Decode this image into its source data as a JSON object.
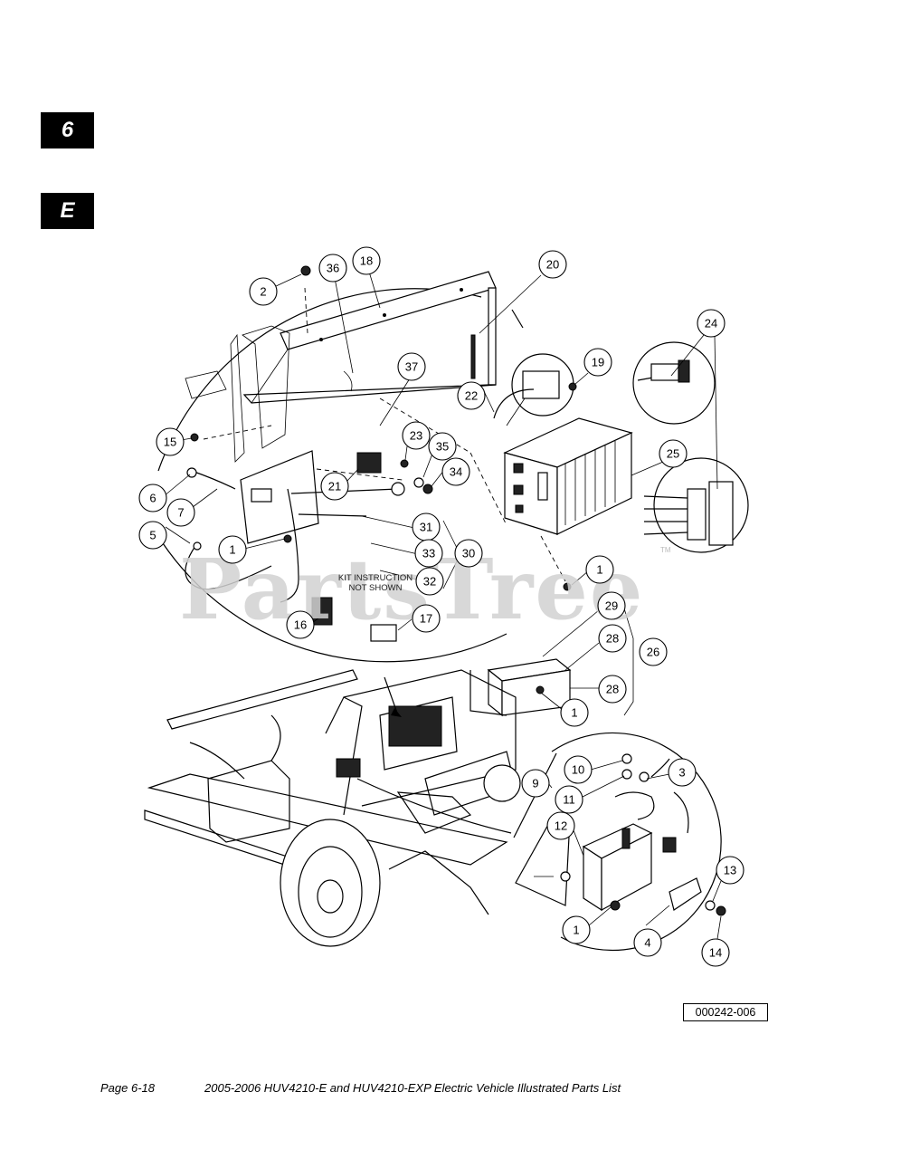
{
  "section_tabs": {
    "chapter": "6",
    "section": "E"
  },
  "watermark": "PartsTree",
  "watermark_tm": "TM",
  "note": {
    "line1": "KIT INSTRUCTION",
    "line2": "NOT SHOWN"
  },
  "reference_number": "000242-006",
  "footer": {
    "page": "Page 6-18",
    "title": "2005-2006 HUV4210-E and HUV4210-EXP Electric Vehicle Illustrated Parts List"
  },
  "callouts": {
    "c2": "2",
    "c36": "36",
    "c18": "18",
    "c20": "20",
    "c24": "24",
    "c37": "37",
    "c19": "19",
    "c15": "15",
    "c22": "22",
    "c23": "23",
    "c35": "35",
    "c25": "25",
    "c21": "21",
    "c34": "34",
    "c6": "6",
    "c7": "7",
    "c5": "5",
    "c31": "31",
    "c1a": "1",
    "c33": "33",
    "c30": "30",
    "c1b": "1",
    "c32": "32",
    "c29": "29",
    "c16": "16",
    "c17": "17",
    "c28a": "28",
    "c26": "26",
    "c28b": "28",
    "c1c": "1",
    "c10": "10",
    "c3": "3",
    "c9": "9",
    "c11": "11",
    "c12": "12",
    "c13": "13",
    "c1d": "1",
    "c4": "4",
    "c14": "14"
  }
}
